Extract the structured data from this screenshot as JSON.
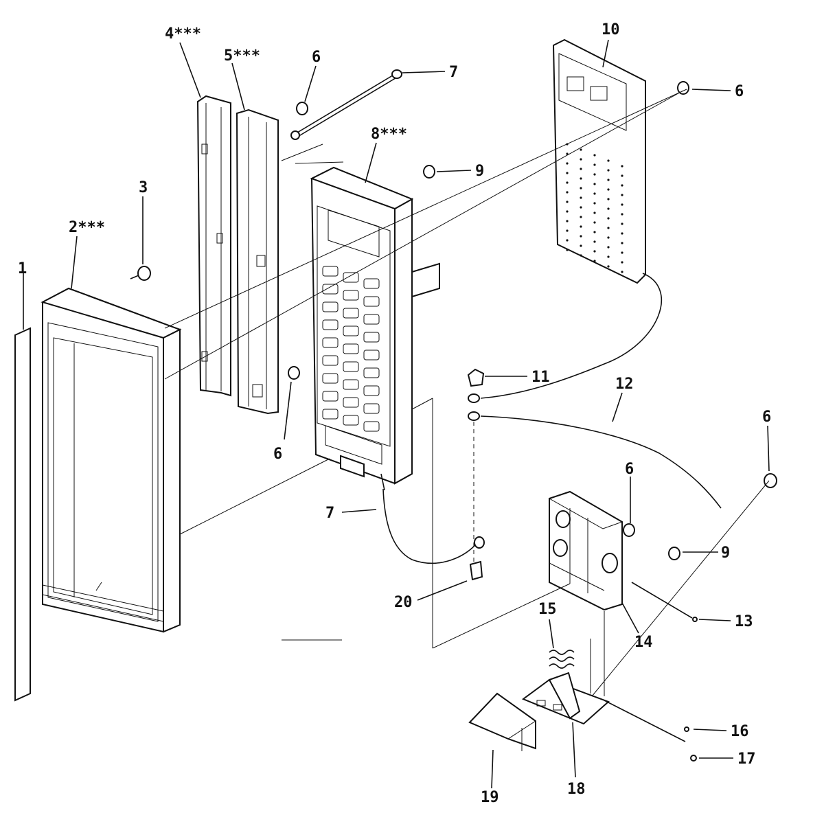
{
  "callouts": [
    {
      "id": "c1",
      "text": "1"
    },
    {
      "id": "c2",
      "text": "2***"
    },
    {
      "id": "c3",
      "text": "3"
    },
    {
      "id": "c4",
      "text": "4***"
    },
    {
      "id": "c5",
      "text": "5***"
    },
    {
      "id": "c6a",
      "text": "6"
    },
    {
      "id": "c7a",
      "text": "7"
    },
    {
      "id": "c8",
      "text": "8***"
    },
    {
      "id": "c9a",
      "text": "9"
    },
    {
      "id": "c10",
      "text": "10"
    },
    {
      "id": "c6b",
      "text": "6"
    },
    {
      "id": "c6c",
      "text": "6"
    },
    {
      "id": "c11",
      "text": "11"
    },
    {
      "id": "c12",
      "text": "12"
    },
    {
      "id": "c6d",
      "text": "6"
    },
    {
      "id": "c6e",
      "text": "6"
    },
    {
      "id": "c9b",
      "text": "9"
    },
    {
      "id": "c7b",
      "text": "7"
    },
    {
      "id": "c20",
      "text": "20"
    },
    {
      "id": "c13",
      "text": "13"
    },
    {
      "id": "c14",
      "text": "14"
    },
    {
      "id": "c15",
      "text": "15"
    },
    {
      "id": "c16",
      "text": "16"
    },
    {
      "id": "c17",
      "text": "17"
    },
    {
      "id": "c18",
      "text": "18"
    },
    {
      "id": "c19",
      "text": "19"
    }
  ]
}
